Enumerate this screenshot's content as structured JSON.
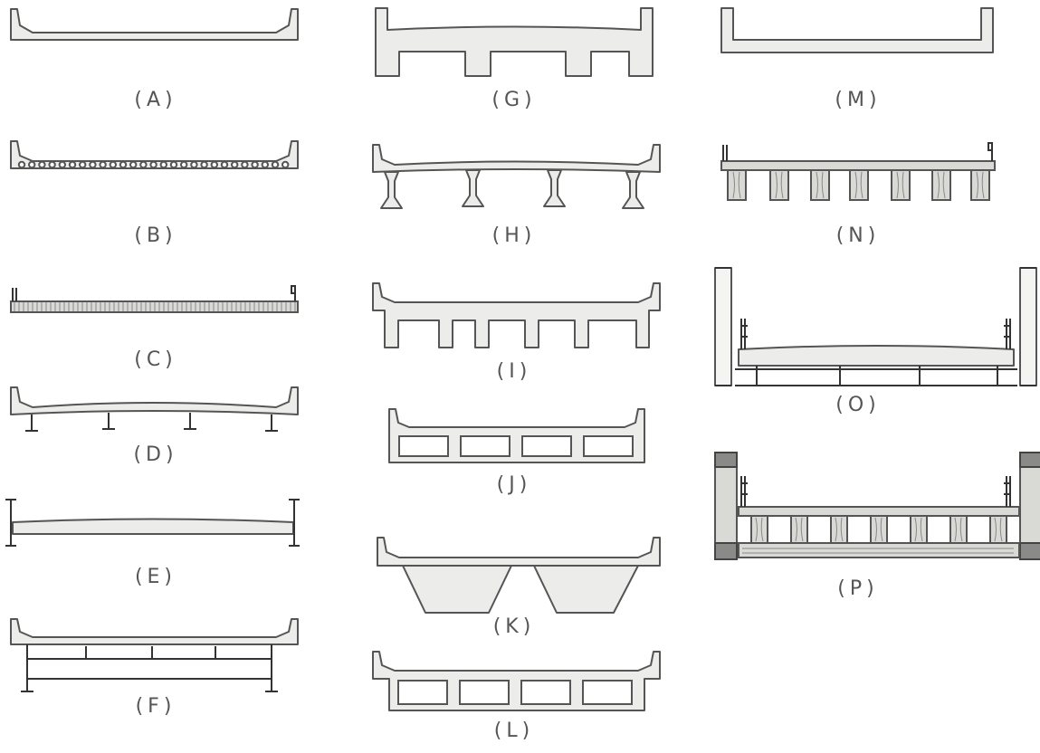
{
  "figure": {
    "labels": {
      "A": "(A)",
      "B": "(B)",
      "C": "(C)",
      "D": "(D)",
      "E": "(E)",
      "F": "(F)",
      "G": "(G)",
      "H": "(H)",
      "I": "(I)",
      "J": "(J)",
      "K": "(K)",
      "L": "(L)",
      "M": "(M)",
      "N": "(N)",
      "O": "(O)",
      "P": "(P)"
    }
  }
}
